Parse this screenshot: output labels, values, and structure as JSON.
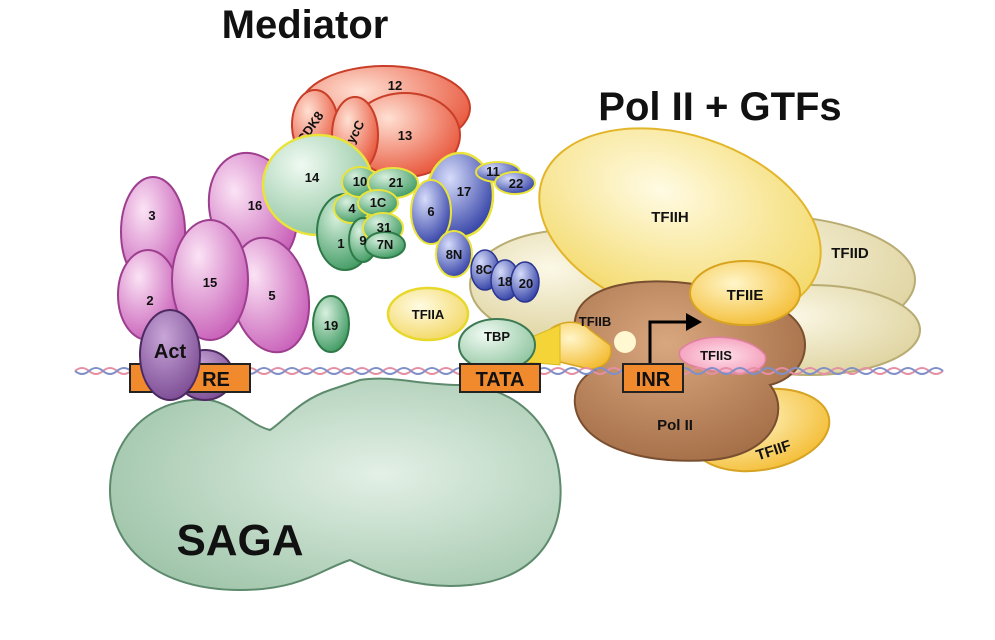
{
  "titles": {
    "mediator": "Mediator",
    "pol2_gtfs": "Pol II + GTFs"
  },
  "mediator_subunits": {
    "s12": "12",
    "cdk8": "CDK8",
    "cycc": "CycC",
    "s13": "13",
    "s14": "14",
    "s16": "16",
    "s3": "3",
    "s15": "15",
    "s2": "2",
    "s5": "5",
    "s10": "10",
    "s21": "21",
    "s4": "4",
    "s1c": "1C",
    "s31": "31",
    "s1": "1",
    "s9": "9",
    "s7n": "7N",
    "s6": "6",
    "s17": "17",
    "s11": "11",
    "s22": "22",
    "s8n": "8N",
    "s8c": "8C",
    "s18": "18",
    "s20": "20",
    "s19": "19"
  },
  "factors": {
    "act": "Act",
    "tfiia": "TFIIA",
    "tbp": "TBP",
    "tfiib": "TFIIB",
    "tfiih": "TFIIH",
    "tfiid": "TFIID",
    "tfiie": "TFIIE",
    "tfiis": "TFIIS",
    "pol2": "Pol II",
    "tfiif": "TFIIF",
    "saga": "SAGA"
  },
  "dna_elements": {
    "re": "RE",
    "tata": "TATA",
    "inr": "INR"
  },
  "colors": {
    "tail_magenta": "#d77ac9",
    "head_red": "#ef6a4a",
    "middle_green": "#5fb17f",
    "middle_blue": "#4f5cb8",
    "gtf_yellow": "#f6c945",
    "tfiid_tan": "#ebe3b8",
    "pol2_brown": "#b07c56",
    "saga_green": "#9fc4a8",
    "act_purple": "#8a5aa1",
    "element_orange": "#f08a2c",
    "outline_yellow": "#f0e53c"
  }
}
